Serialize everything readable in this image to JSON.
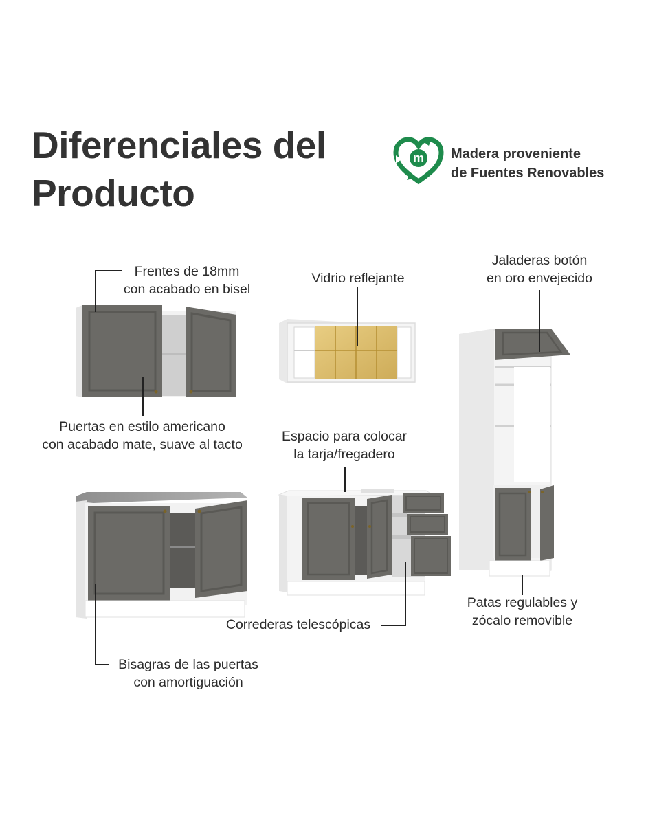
{
  "title": {
    "line1": "Diferenciales del",
    "line2": "Producto"
  },
  "badge": {
    "icon": "recycle-heart-icon",
    "icon_letter": "m",
    "line1": "Madera proveniente",
    "line2": "de Fuentes Renovables",
    "color": "#1e8b4c"
  },
  "features": {
    "frentes": {
      "line1": "Frentes de 18mm",
      "line2": "con acabado en bisel"
    },
    "vidrio": {
      "line1": "Vidrio reflejante"
    },
    "jaladeras": {
      "line1": "Jaladeras botón",
      "line2": "en oro envejecido"
    },
    "puertas": {
      "line1": "Puertas en estilo americano",
      "line2": "con acabado mate, suave al tacto"
    },
    "espacio": {
      "line1": "Espacio para colocar",
      "line2": "la tarja/fregadero"
    },
    "correderas": {
      "line1": "Correderas telescópicas"
    },
    "patas": {
      "line1": "Patas regulables y",
      "line2": "zócalo removible"
    },
    "bisagras": {
      "line1": "Bisagras de las puertas",
      "line2": "con amortiguación"
    }
  },
  "colors": {
    "door": "#6b6a66",
    "cabinet": "#f1f1f1",
    "glass": "#d8b45a",
    "countertop": "#9a9a9a"
  }
}
